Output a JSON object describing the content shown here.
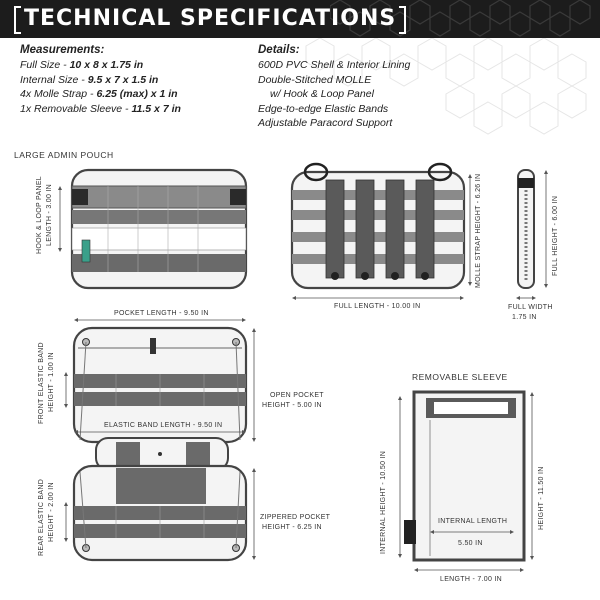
{
  "banner": {
    "title": "TECHNICAL SPECIFICATIONS"
  },
  "measurements": {
    "heading": "Measurements:",
    "rows": [
      {
        "label": "Full Size - ",
        "value": "10 x 8 x 1.75 in"
      },
      {
        "label": "Internal Size - ",
        "value": "9.5 x 7 x 1.5 in"
      },
      {
        "label": "4x Molle Strap - ",
        "value": "6.25 (max) x 1 in"
      },
      {
        "label": "1x Removable Sleeve - ",
        "value": "11.5 x 7 in"
      }
    ]
  },
  "details": {
    "heading": "Details:",
    "rows": [
      "600D PVC Shell & Interior Lining",
      "Double-Stitched MOLLE",
      "w/ Hook & Loop Panel",
      "Edge-to-edge Elastic Bands",
      "Adjustable Paracord Support"
    ]
  },
  "sections": {
    "pouch": "LARGE ADMIN POUCH",
    "sleeve": "REMOVABLE SLEEVE"
  },
  "dims": {
    "hook_loop_line1": "HOOK & LOOP PANEL",
    "hook_loop_line2": "LENGTH - 3.00 IN",
    "molle_height": "MOLLE STRAP HEIGHT - 6.26 IN",
    "full_length": "FULL LENGTH - 10.00 IN",
    "full_height": "FULL HEIGHT - 6.00 IN",
    "full_width_line1": "FULL WIDTH",
    "full_width_line2": "1.75 IN",
    "pocket_length": "POCKET LENGTH - 9.50 IN",
    "front_band_line1": "FRONT ELASTIC BAND",
    "front_band_line2": "HEIGHT - 1.00 IN",
    "elastic_length": "ELASTIC BAND LENGTH - 9.50 IN",
    "open_pocket_line1": "OPEN POCKET",
    "open_pocket_line2": "HEIGHT - 5.00 IN",
    "rear_band_line1": "REAR ELASTIC BAND",
    "rear_band_line2": "HEIGHT - 2.00 IN",
    "zip_pocket_line1": "ZIPPERED POCKET",
    "zip_pocket_line2": "HEIGHT - 6.25 IN",
    "internal_height": "INTERNAL HEIGHT - 10.50 IN",
    "internal_length_line1": "INTERNAL LENGTH",
    "internal_length_line2": "5.50 IN",
    "sleeve_height": "HEIGHT - 11.50 IN",
    "sleeve_length": "LENGTH - 7.00 IN"
  },
  "colors": {
    "banner": "#1c1c1c",
    "fabric_dark": "#5a5a5a",
    "fabric_light": "#8a8a8a",
    "outline": "#444444",
    "dim_line": "#555555"
  }
}
